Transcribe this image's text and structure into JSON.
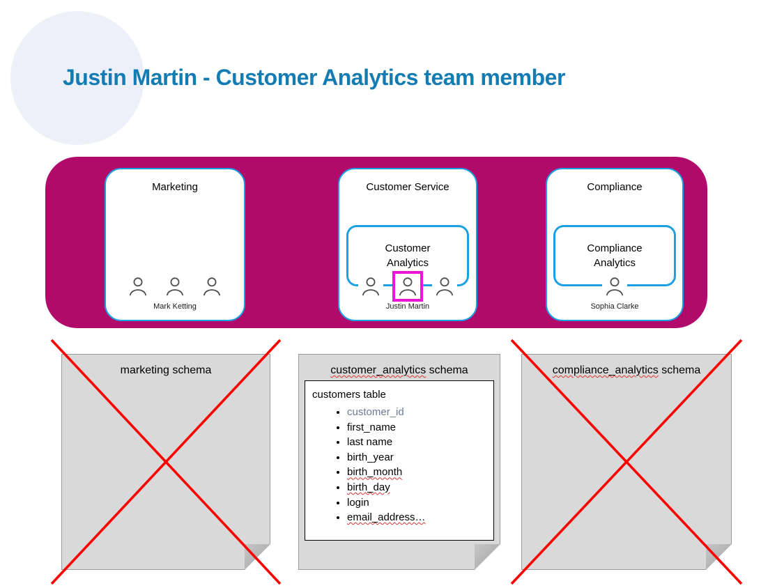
{
  "title": "Justin Martin - Customer Analytics team member",
  "org_chart": {
    "departments": [
      {
        "name": "Marketing",
        "member_label": "Mark Ketting",
        "member_count": 3
      },
      {
        "name": "Customer Service",
        "team": "Customer Analytics",
        "member_label": "Justin Martin",
        "member_count": 3
      },
      {
        "name": "Compliance",
        "team": "Compliance Analytics",
        "member_label": "Sophia Clarke",
        "member_count": 1
      }
    ]
  },
  "schemas": [
    {
      "title": "marketing schema",
      "crossed_out": true
    },
    {
      "title_word": "customer_analytics",
      "title_suffix": " schema",
      "crossed_out": false,
      "table": {
        "title": "customers table",
        "columns": [
          "customer_id",
          "first_name",
          "last name",
          "birth_year",
          "birth_month",
          "birth_day",
          "login",
          "email_address…"
        ]
      }
    },
    {
      "title_word": "compliance_analytics",
      "title_suffix": " schema",
      "crossed_out": true
    }
  ],
  "colors": {
    "heading_blue": "#147cb3",
    "band_magenta": "#b20a6a",
    "box_border_blue": "#1ba1e2",
    "highlight_pink": "#ed15d4",
    "cross_red": "#ff0000",
    "note_grey": "#d9d9d9",
    "column_id_slate": "#6b7a99"
  }
}
